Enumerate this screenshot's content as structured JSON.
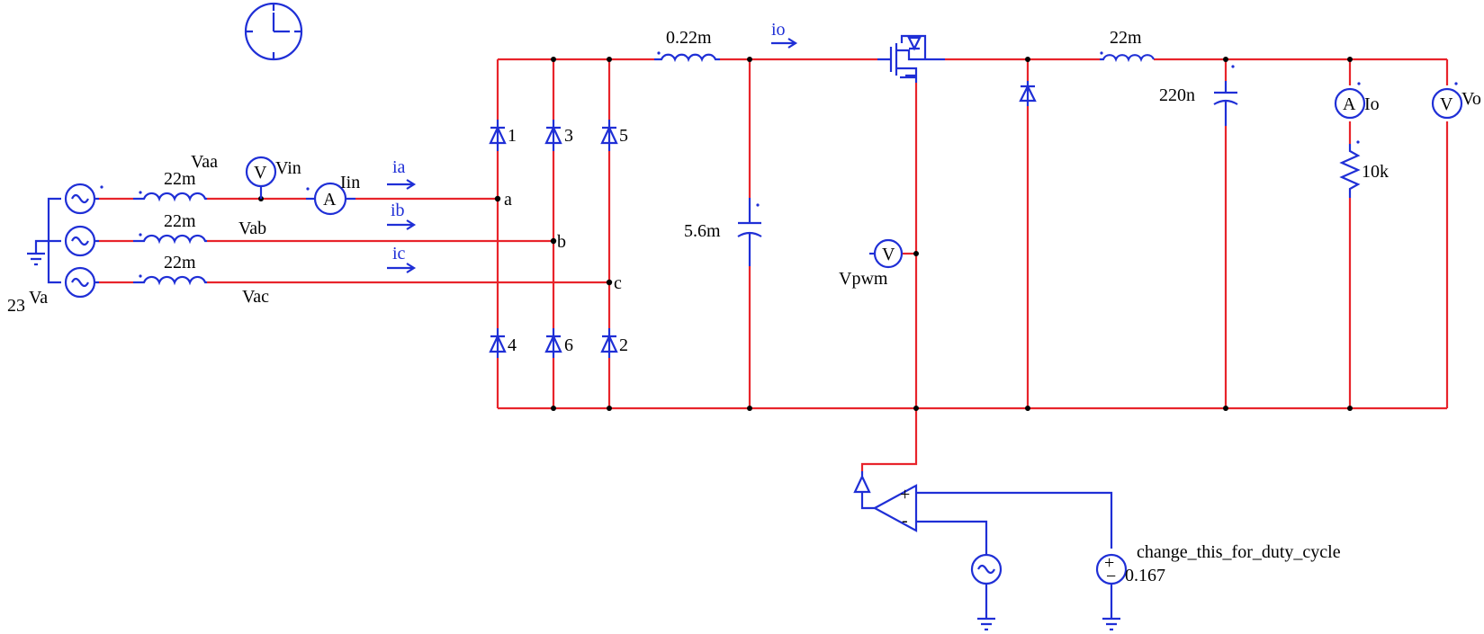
{
  "diagram": {
    "colors": {
      "wire": "#e8242b",
      "component": "#1f2fd6",
      "text": "#000000"
    },
    "source": {
      "value": "23",
      "name": "Va"
    },
    "input_inductors": [
      "22m",
      "22m",
      "22m"
    ],
    "line_labels": [
      "Vaa",
      "Vab",
      "Vac"
    ],
    "meters": {
      "vin_symbol": "V",
      "vin_name": "Vin",
      "iin_symbol": "A",
      "iin_name": "Iin",
      "vpwm_symbol": "V",
      "vpwm_name": "Vpwm",
      "io_meter_symbol": "A",
      "io_meter_name": "Io",
      "vo_symbol": "V",
      "vo_name": "Vo"
    },
    "currents": {
      "ia": "ia",
      "ib": "ib",
      "ic": "ic",
      "io": "io"
    },
    "nodes": {
      "a": "a",
      "b": "b",
      "c": "c"
    },
    "diodes": [
      "1",
      "3",
      "5",
      "4",
      "6",
      "2"
    ],
    "dc_link_inductor": "0.22m",
    "dc_link_capacitor": "5.6m",
    "output_inductor": "22m",
    "output_capacitor": "220n",
    "load_resistor": "10k",
    "dc_source": {
      "label": "change_this_for_duty_cycle",
      "value": "0.167",
      "plus": "+",
      "minus": "−"
    },
    "comparator": {
      "plus": "+",
      "minus": "-"
    },
    "icons": [
      "clock-icon",
      "ac-source-icon",
      "inductor-icon",
      "diode-icon",
      "capacitor-icon",
      "resistor-icon",
      "igbt-icon",
      "comparator-icon",
      "ground-icon",
      "voltmeter-icon",
      "ammeter-icon"
    ]
  }
}
